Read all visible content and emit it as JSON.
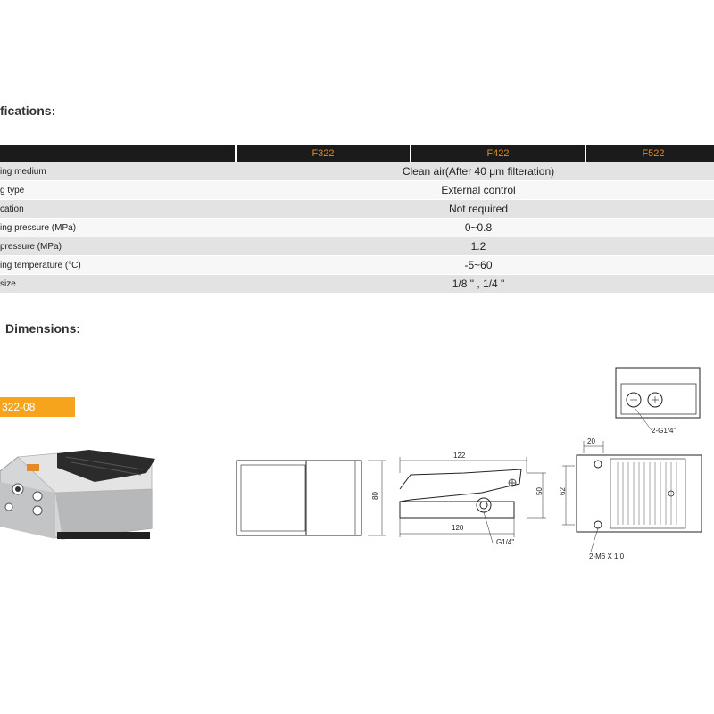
{
  "specifications": {
    "heading": "fications:",
    "header_first": "",
    "columns": [
      "F322",
      "F422",
      "F522"
    ],
    "rows": [
      {
        "label": "ing medium",
        "value": "Clean air(After 40 μm filteration)"
      },
      {
        "label": "g type",
        "value": "External control"
      },
      {
        "label": "cation",
        "value": "Not required"
      },
      {
        "label": "ing pressure (MPa)",
        "value": "0~0.8"
      },
      {
        "label": "pressure (MPa)",
        "value": "1.2"
      },
      {
        "label": "ing temperature (°C)",
        "value": "-5~60"
      },
      {
        "label": "size",
        "value": "1/8 \" , 1/4 \""
      }
    ]
  },
  "dimensions": {
    "heading": "Dimensions:",
    "model_badge": "322-08",
    "labels": {
      "height_front": "80",
      "length_top": "122",
      "length_bottom": "120",
      "height_side": "50",
      "port_side": "G1/4\"",
      "width_20": "20",
      "height_62": "62",
      "mount_holes": "2-M6 X 1.0",
      "port_top": "2-G1/4\""
    }
  }
}
